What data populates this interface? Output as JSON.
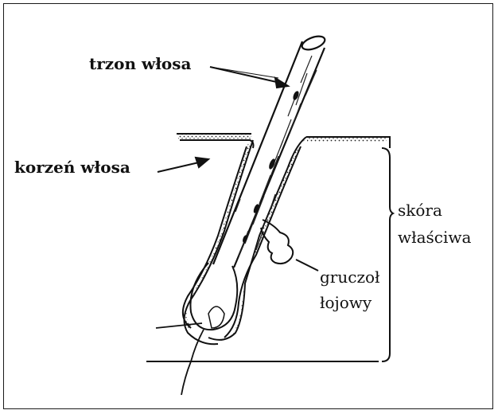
{
  "labels": {
    "hair_shaft": "trzon włosa",
    "hair_root": "korzeń włosa",
    "dermis_line1": "skóra",
    "dermis_line2": "właściwa",
    "gland_line1": "gruczoł",
    "gland_line2": "łojowy"
  },
  "colors": {
    "ink": "#111111",
    "background": "#ffffff"
  }
}
